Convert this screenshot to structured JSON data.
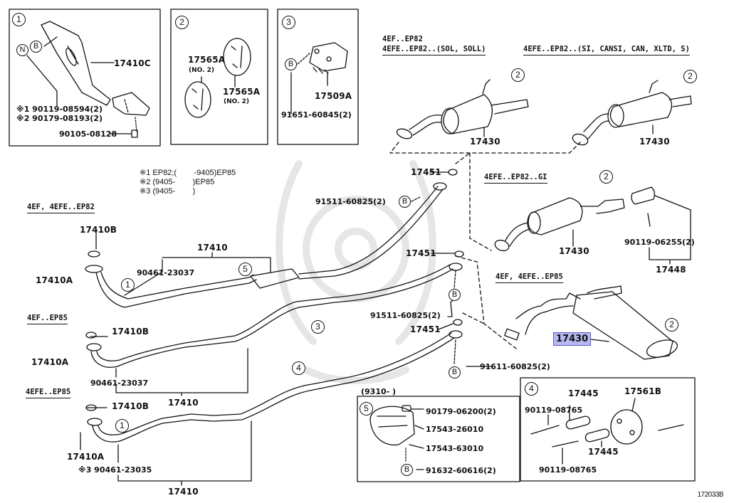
{
  "diagram": {
    "type": "exploded parts diagram",
    "subject": "Exhaust pipe & muffler assembly",
    "highlighted_part": "17430",
    "highlight_color": "#b8b8f0",
    "figure_code": "172033B"
  },
  "inset_1": {
    "number": "1",
    "ref_n": "N",
    "ref_b": "B",
    "part_main": "17410C",
    "bolt_1": "※1 90119-08594(2)",
    "bolt_2": "※2 90179-08193(2)",
    "bolt_3": "90105-08128"
  },
  "inset_2": {
    "number": "2",
    "part_a": "17565A",
    "part_a_note": "(NO. 2)",
    "part_b": "17565A",
    "part_b_note": "(NO. 2)"
  },
  "inset_3": {
    "number": "3",
    "ref_b": "B",
    "part_main": "17509A",
    "bolt": "91651-60845(2)"
  },
  "inset_4": {
    "number": "4",
    "part_a": "17445",
    "part_b": "17561B",
    "part_c": "17445",
    "bolt_a": "90119-08765",
    "bolt_b": "90119-08765"
  },
  "inset_5": {
    "header": "(9310-        )",
    "number": "5",
    "nut": "90179-06200(2)",
    "clamp_upper": "17543-26010",
    "clamp_lower": "17543-63010",
    "ref_b": "B",
    "bolt": "91632-60616(2)"
  },
  "footnotes": [
    "※1 EP82;(        -9405)EP85",
    "※2 (9405-        )EP85",
    "※3 (9405-        )"
  ],
  "mufflers": {
    "m1_header_1": "4EF..EP82",
    "m1_header_2": "4EFE..EP82..(SOL, SOLL)",
    "m1_circle": "2",
    "m1_part": "17430",
    "m2_header": "4EFE..EP82..(SI, CANSI, CAN, XLTD, S)",
    "m2_circle": "2",
    "m2_part": "17430",
    "m3_header": "4EFE..EP82..GI",
    "m3_circle": "2",
    "m3_part": "17430",
    "m3_tail": "17448",
    "m3_screw": "90119-06255(2)",
    "m4_header": "4EF, 4EFE..EP85",
    "m4_circle": "2",
    "m4_part": "17430"
  },
  "pipes": {
    "p1_header": "4EF, 4EFE..EP82",
    "p1_gasket": "17410B",
    "p1_nut": "17410A",
    "p1_assembly": "17410",
    "p1_bolt": "90461-23037",
    "p1_circle_1": "1",
    "p1_circle_5": "5",
    "p2_header": "4EF..EP85",
    "p2_gasket": "17410B",
    "p2_nut": "17410A",
    "p2_bolt": "90461-23037",
    "p2_assembly": "17410",
    "p2_circle_3": "3",
    "p3_header": "4EFE..EP85",
    "p3_gasket": "17410B",
    "p3_nut": "17410A",
    "p3_bolt": "※3 90461-23035",
    "p3_assembly": "17410",
    "p3_circle_1": "1",
    "p3_circle_4": "4"
  },
  "joints": {
    "gasket_1": "17451",
    "bolt_1": "91511-60825(2)",
    "ref_b_1": "B",
    "gasket_2": "17451",
    "bolt_2": "91511-60825(2)",
    "ref_b_2": "B",
    "gasket_3": "17451",
    "bolt_3": "91611-60825(2)",
    "ref_b_3": "B"
  }
}
